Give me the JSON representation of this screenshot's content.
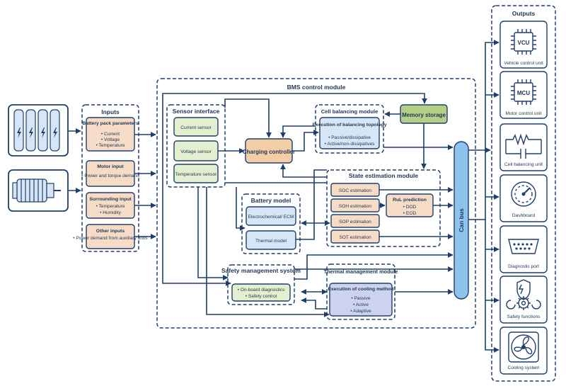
{
  "colors": {
    "navy": "#1e3f6e",
    "inputs_fill": "#f6dcc6",
    "sensor_fill": "#e4efcf",
    "model_fill": "#d6e6f6",
    "bms_bg": "#e3e6f2",
    "charging_fill": "#f3cda5",
    "memory_fill": "#b6cf86",
    "canbus_fill": "#8ec3ee",
    "thermal_fill": "#cdd3ee",
    "outputs_bg": "#c9ddf3"
  },
  "inputs": {
    "title": "Inputs",
    "items": [
      {
        "title": "Battery pack parameters",
        "bullets": [
          "Current",
          "Voltage",
          "Temperature"
        ]
      },
      {
        "title": "Motor input",
        "bullets": [
          "Power and torque demand"
        ]
      },
      {
        "title": "Surrounding input",
        "bullets": [
          "Temperature",
          "Humidity"
        ]
      },
      {
        "title": "Other inputs",
        "bullets": [
          "Power demand from auxiliary units"
        ]
      }
    ]
  },
  "bms": {
    "title": "BMS control module",
    "sensor_interface": {
      "title": "Sensor interface",
      "items": [
        "Current sensor",
        "Voltage sensor",
        "Temperature sensor"
      ]
    },
    "charging_controller": "Charging controller",
    "cell_balancing": {
      "title": "Cell balancing module",
      "box_title": "Execution of balancing topology",
      "bullets": [
        "Passive/dissipative",
        "Active/non-dissipatives"
      ]
    },
    "memory_storage": "Memory storage",
    "battery_model": {
      "title": "Battery model",
      "items": [
        "Electrochemical/ ECM",
        "Thermal model"
      ]
    },
    "state_estimation": {
      "title": "State estimation module",
      "items": [
        "SOC estimation",
        "SOH estimation",
        "SOP estimation",
        "SOT estimation"
      ],
      "rul_title": "RuL prediction",
      "rul_bullets": [
        "DOD",
        "EOD"
      ]
    },
    "safety": {
      "title": "Safety management system",
      "bullets": [
        "On-board diagnostics",
        "Safety control"
      ]
    },
    "thermal": {
      "title": "Thermal management module",
      "box_title": "Execution of cooling method",
      "bullets": [
        "Passive",
        "Active",
        "Adaptive"
      ]
    },
    "can_bus": "Can bus"
  },
  "outputs": {
    "title": "Outputs",
    "items": [
      {
        "label": "Vehicle control unit",
        "icon": "vcu-chip-icon",
        "chip_text": "VCU"
      },
      {
        "label": "Motor control unit",
        "icon": "mcu-chip-icon",
        "chip_text": "MCU"
      },
      {
        "label": "Cell balancing unit",
        "icon": "circuit-icon"
      },
      {
        "label": "Dashboard",
        "icon": "gauge-icon"
      },
      {
        "label": "Diagnostic port",
        "icon": "obd-port-icon"
      },
      {
        "label": "Safety functions",
        "icon": "shield-gear-icon"
      },
      {
        "label": "Cooling system",
        "icon": "fan-icon"
      }
    ]
  },
  "source_icons": [
    "battery-cells-icon",
    "motor-icon"
  ]
}
